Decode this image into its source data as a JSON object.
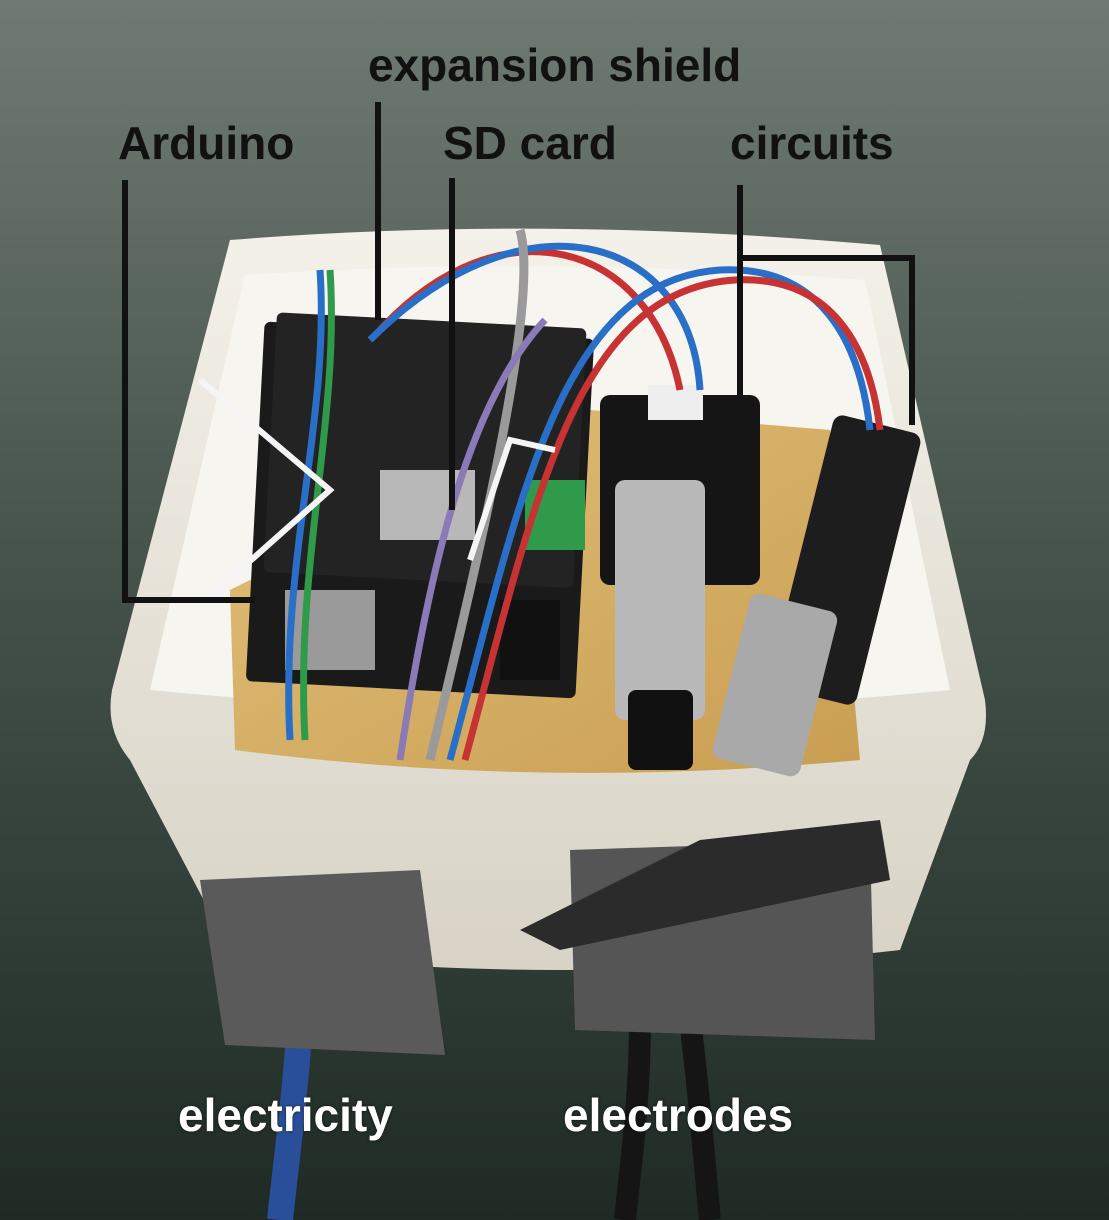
{
  "labels": {
    "arduino": "Arduino",
    "expansion_shield": "expansion shield",
    "sd_card": "SD card",
    "circuits": "circuits",
    "electricity": "electricity",
    "electrodes": "electrodes"
  },
  "colors": {
    "callout_text": "#111111",
    "callout_line": "#111111",
    "bottom_text": "#ffffff",
    "background": "#2f3d36",
    "container": "#ede8dc",
    "sponge": "#d9b56a",
    "tape": "#555555"
  }
}
